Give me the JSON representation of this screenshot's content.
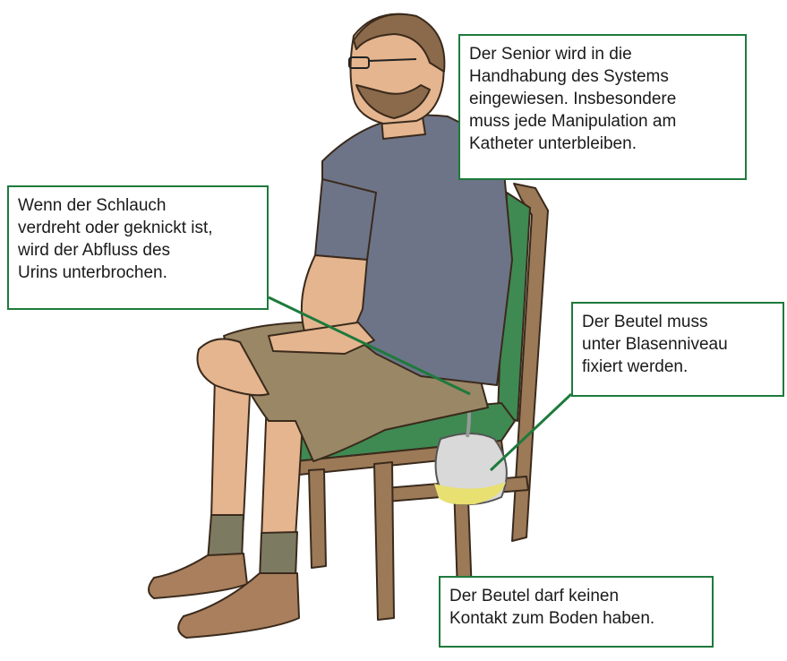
{
  "colors": {
    "callout_border": "#1e7a3c",
    "pointer": "#1e7a3c",
    "skin": "#e4b58f",
    "shirt": "#6d7488",
    "shorts": "#9a8766",
    "chair_wood": "#9c7a57",
    "chair_seat": "#3f8a52",
    "sock": "#7d7a62",
    "sandal": "#a97f5d",
    "urine": "#e8e070",
    "bag": "#d9d9d9"
  },
  "callouts": {
    "instruction": {
      "lines": [
        "Der Senior wird in die",
        "Handhabung des Systems",
        "eingewiesen. Insbesondere",
        "muss jede Manipulation am",
        "Katheter unterbleiben."
      ]
    },
    "tube": {
      "lines": [
        "Wenn der Schlauch",
        "verdreht oder geknickt ist,",
        "wird der Abfluss des",
        "Urins unterbrochen."
      ]
    },
    "level": {
      "lines": [
        "Der Beutel muss",
        "unter Blasenniveau",
        "fixiert werden."
      ]
    },
    "floor": {
      "lines": [
        "Der Beutel darf keinen",
        "Kontakt zum Boden haben."
      ]
    }
  }
}
